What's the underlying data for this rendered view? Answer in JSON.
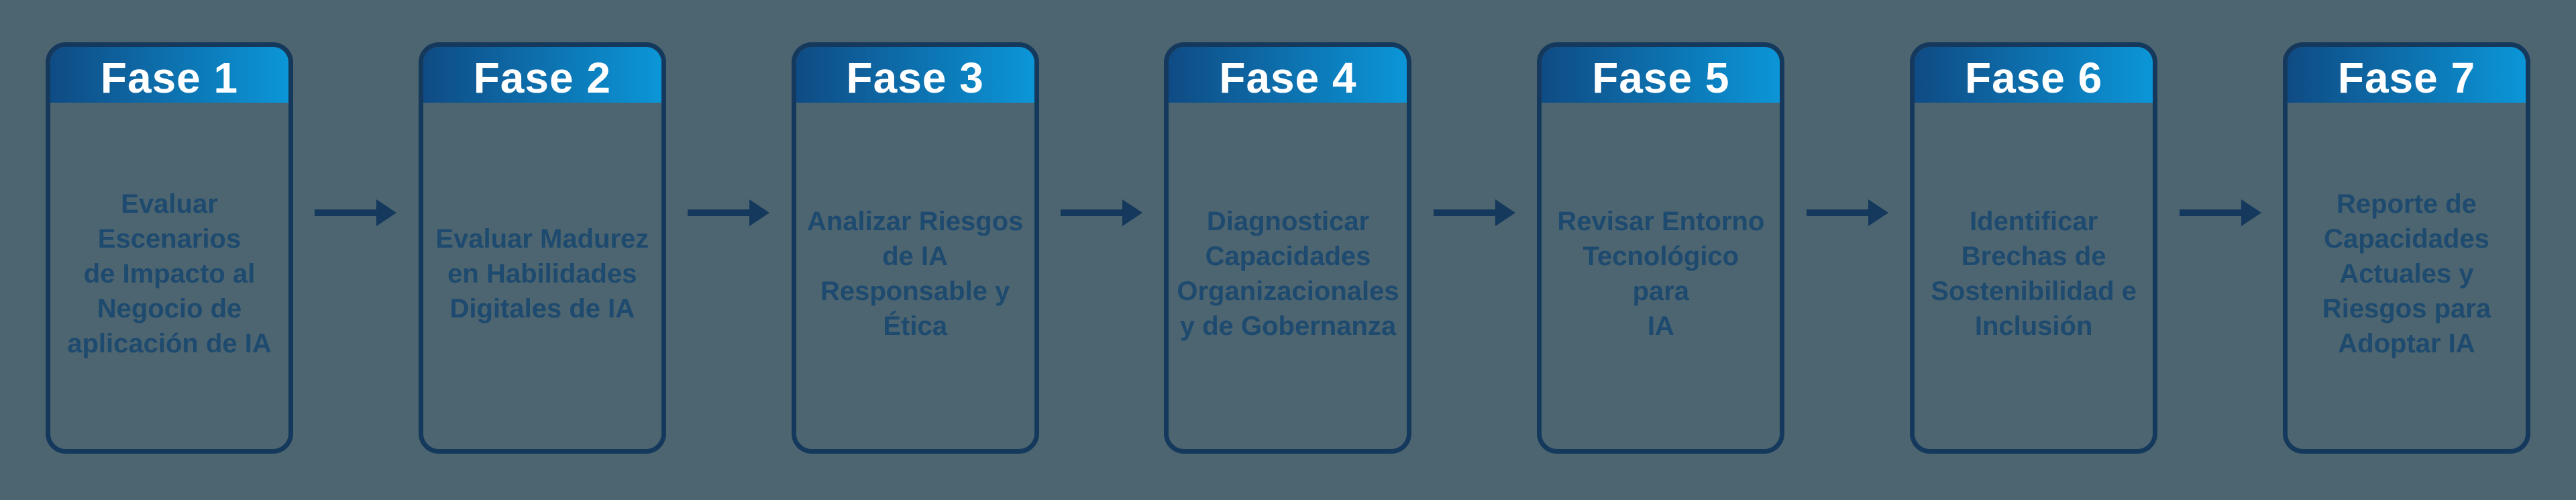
{
  "colors": {
    "background": "#4D6570",
    "card_border": "#15395C",
    "header_gradient_start": "#0F4B84",
    "header_gradient_end": "#0B96D8",
    "header_text": "#FFFFFF",
    "body_text": "#1D4A6E",
    "arrow": "#15395C"
  },
  "phases": [
    {
      "title": "Fase 1",
      "description": "Evaluar\nEscenarios\nde Impacto al\nNegocio de\naplicación de IA"
    },
    {
      "title": "Fase 2",
      "description": "Evaluar Madurez\nen Habilidades\nDigitales de IA"
    },
    {
      "title": "Fase 3",
      "description": "Analizar Riesgos\nde IA\nResponsable y\nÉtica"
    },
    {
      "title": "Fase 4",
      "description": "Diagnosticar\nCapacidades\nOrganizacionales\ny de Gobernanza"
    },
    {
      "title": "Fase 5",
      "description": "Revisar Entorno\nTecnológico para\nIA"
    },
    {
      "title": "Fase 6",
      "description": "Identificar\nBrechas de\nSostenibilidad e\nInclusión"
    },
    {
      "title": "Fase 7",
      "description": "Reporte de\nCapacidades\nActuales y\nRiesgos para\nAdoptar IA"
    }
  ]
}
